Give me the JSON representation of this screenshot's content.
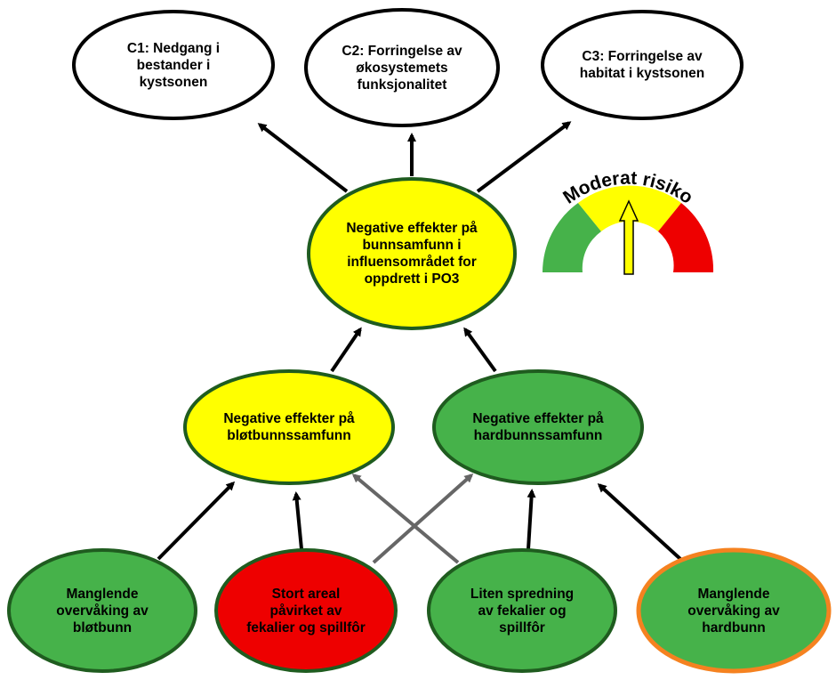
{
  "consequences": [
    {
      "id": "c1",
      "label": "C1: Nedgang i\nbestander i\nkystsonen"
    },
    {
      "id": "c2",
      "label": "C2: Forringelse av\nøkosystemets\nfunksjonalitet"
    },
    {
      "id": "c3",
      "label": "C3: Forringelse av\nhabitat i kystsonen"
    }
  ],
  "central": {
    "label": "Negative effekter på\nbunnsamfunn i\ninfluensområdet for\noppdrett i PO3"
  },
  "effects": {
    "soft": {
      "label": "Negative effekter på\nbløtbunnssamfunn"
    },
    "hard": {
      "label": "Negative effekter på\nhardbunnssamfunn"
    }
  },
  "causes": [
    {
      "id": "monitor-soft",
      "label": "Manglende\novervåking av\nbløtbunn"
    },
    {
      "id": "large-area",
      "label": "Stort areal\npåvirket av\nfekalier og spillfôr"
    },
    {
      "id": "low-spread",
      "label": "Liten spredning\nav fekalier og\nspillfôr"
    },
    {
      "id": "monitor-hard",
      "label": "Manglende\novervåking av\nhardbunn"
    }
  ],
  "gauge": {
    "label": "Moderat risiko",
    "level": "moderate"
  },
  "colors": {
    "red": "#ee0000",
    "yellow": "#ffff00",
    "green": "#46b24a",
    "orange": "#f58220",
    "ellipse_outline": "#1f5c1f",
    "arrow_black": "#000000",
    "arrow_gray": "#666666",
    "gauge_green": "#46b24a",
    "gauge_yellow": "#ffff00",
    "gauge_red": "#ee0000"
  }
}
